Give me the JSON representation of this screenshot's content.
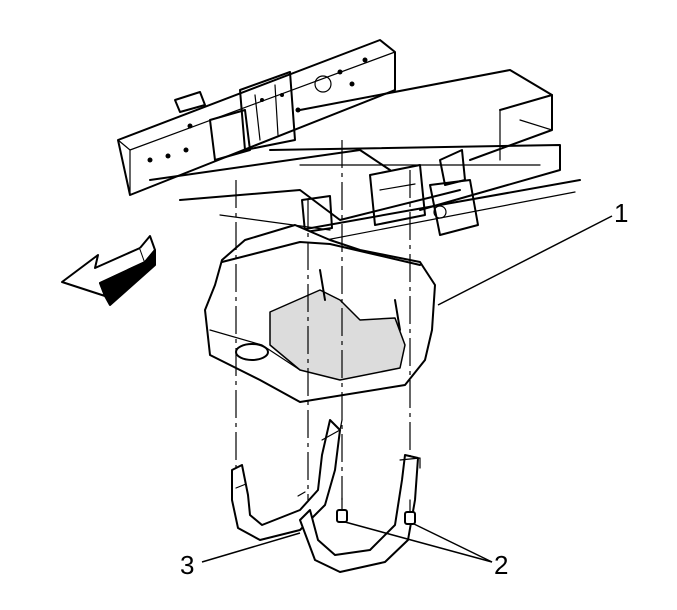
{
  "callouts": {
    "one": "1",
    "two": "2",
    "three": "3"
  },
  "colors": {
    "stroke": "#000000",
    "background": "#ffffff",
    "shade": "#dcdcdc"
  },
  "icons": {
    "direction_arrow": "front-direction-arrow-icon"
  }
}
